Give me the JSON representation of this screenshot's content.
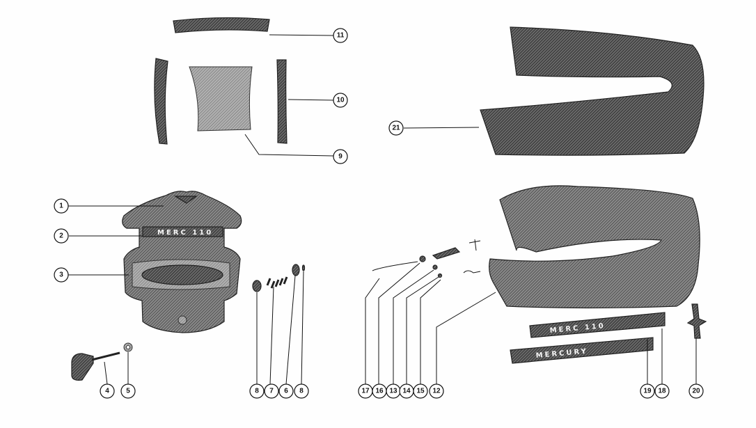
{
  "callouts": {
    "c1": "1",
    "c2": "2",
    "c3": "3",
    "c4": "4",
    "c5": "5",
    "c6": "6",
    "c7": "7",
    "c8a": "8",
    "c8b": "8",
    "c9": "9",
    "c10": "10",
    "c11": "11",
    "c12": "12",
    "c13": "13",
    "c14": "14",
    "c15": "15",
    "c16": "16",
    "c17": "17",
    "c18": "18",
    "c19": "19",
    "c20": "20",
    "c21": "21"
  },
  "decals": {
    "center_badge": "MERC 110",
    "upper_strip": "MERC 110",
    "lower_strip": "MERCURY"
  },
  "colors": {
    "ink": "#222222",
    "hatch": "#555555",
    "paper": "#fefefe"
  }
}
